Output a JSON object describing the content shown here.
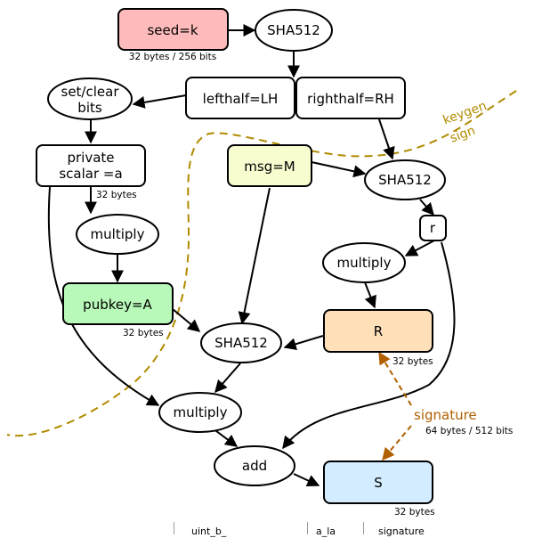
{
  "nodes": {
    "seed": "seed=k",
    "seed_note": "32 bytes / 256 bits",
    "sha512_top": "SHA512",
    "lefthalf": "lefthalf=LH",
    "righthalf": "righthalf=RH",
    "setclear_1": "set/clear",
    "setclear_2": "bits",
    "private_1": "private",
    "private_2": "scalar =a",
    "private_note": "32 bytes",
    "multiply_left": "multiply",
    "pubkey": "pubkey=A",
    "pubkey_note": "32 bytes",
    "msg": "msg=M",
    "sha512_right": "SHA512",
    "r": "r",
    "multiply_right": "multiply",
    "R": "R",
    "R_note": "32 bytes",
    "sha512_mid": "SHA512",
    "multiply_bottom": "multiply",
    "add": "add",
    "S": "S",
    "S_note": "32 bytes"
  },
  "labels": {
    "keygen": "keygen",
    "sign": "sign",
    "signature": "signature",
    "signature_note": "64 bytes / 512 bits"
  },
  "colors": {
    "seed_fill": "#ffbbbb",
    "msg_fill": "#f8fdd0",
    "pubkey_fill": "#b8f8b8",
    "R_fill": "#ffe0b8",
    "S_fill": "#d4ecff",
    "divider": "#b08a00",
    "signature_arrow": "#b06000"
  },
  "footer": {
    "text_left": "uint_b_",
    "text_mid": "a_la",
    "text_right": "signature"
  }
}
